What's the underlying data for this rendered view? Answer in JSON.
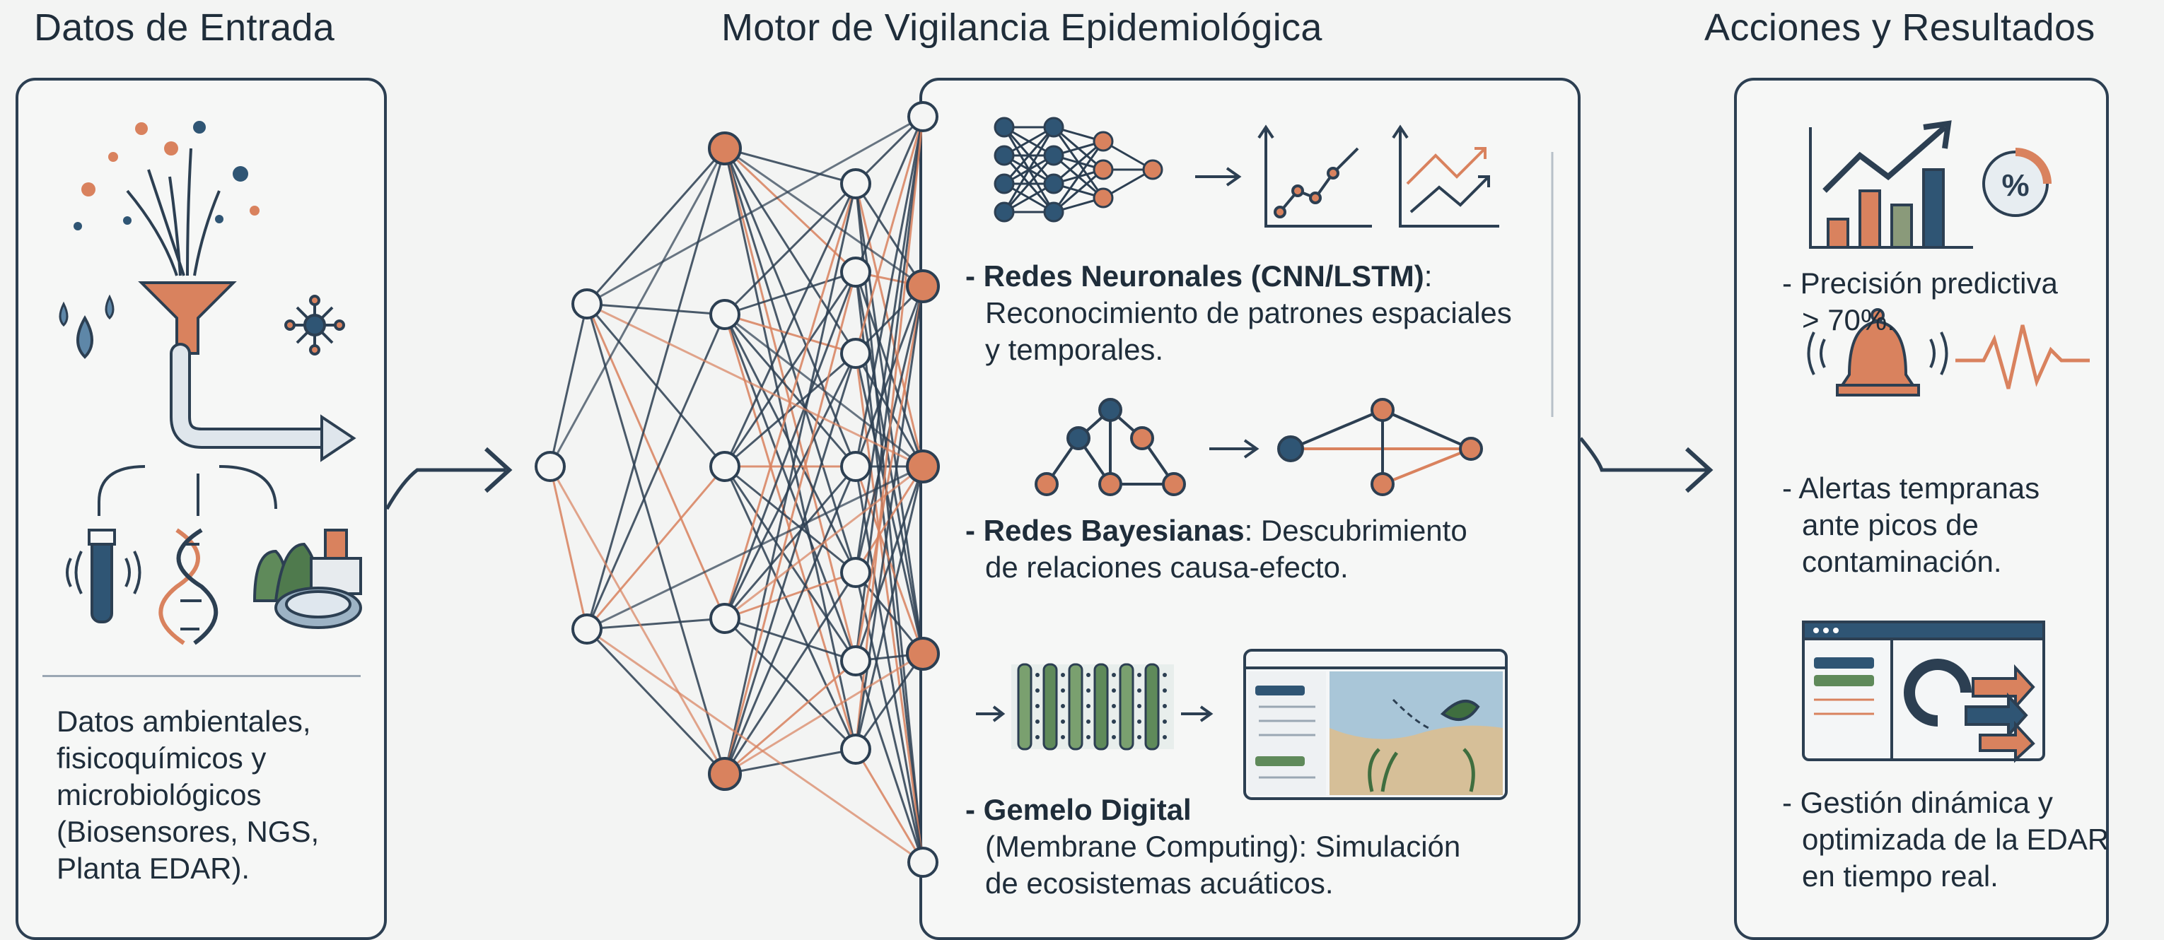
{
  "titles": {
    "input": "Datos de Entrada",
    "engine": "Motor de Vigilancia Epidemiológica",
    "output": "Acciones y Resultados"
  },
  "input": {
    "lines": [
      "Datos ambientales,",
      "fisicoquímicos y",
      "microbiológicos",
      "(Biosensores, NGS,",
      "Planta EDAR)."
    ]
  },
  "engine": {
    "neural": {
      "title": "- Redes Neuronales (CNN/LSTM)",
      "colon": ":",
      "lines": [
        "Reconocimiento de patrones espaciales",
        "y temporales."
      ]
    },
    "bayes": {
      "title": "- Redes Bayesianas",
      "rest": ": Descubrimiento",
      "line2": "de relaciones causa-efecto."
    },
    "twin": {
      "title": "- Gemelo Digital",
      "lines": [
        "(Membrane Computing): Simulación",
        "de ecosistemas acuáticos."
      ]
    }
  },
  "output": {
    "precision": [
      "- Precisión predictiva",
      "> 70%."
    ],
    "percent_symbol": "%",
    "alerts": [
      "- Alertas tempranas",
      "ante picos de",
      "contaminación."
    ],
    "management": [
      "- Gestión dinámica y",
      "optimizada de la EDAR",
      "en tiempo real."
    ]
  },
  "colors": {
    "navy": "#2c3f52",
    "orange": "#d9825e",
    "blue": "#2f5574",
    "light_node": "#f4f5f4"
  }
}
